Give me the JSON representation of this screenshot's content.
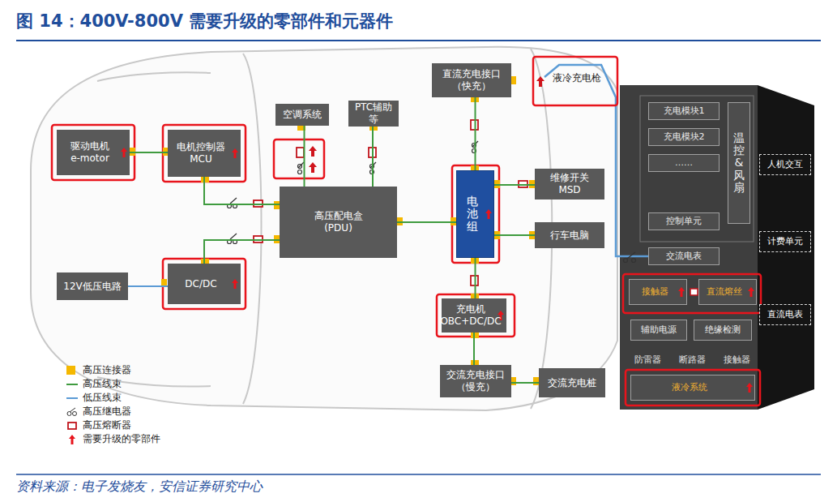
{
  "diagram": {
    "title": "图 14：400V-800V 需要升级的零部件和元器件",
    "caption": "资料来源：电子发烧友，安信证券研究中心",
    "nodes": [
      {
        "text": [
          "驱动电机",
          "e-motor"
        ]
      },
      {
        "text": [
          "电机控制器",
          "MCU"
        ]
      },
      {
        "text": [
          "空调系统"
        ]
      },
      {
        "text": [
          "PTC辅助 等"
        ]
      },
      {
        "text": [
          "直流充电接口 （快充）"
        ]
      },
      {
        "text": [
          "高压配电盒",
          "(PDU)"
        ]
      },
      {
        "text": [
          "电池组"
        ]
      },
      {
        "text": [
          "维修开关",
          "MSD"
        ]
      },
      {
        "text": [
          "行车电脑"
        ]
      },
      {
        "text": [
          "DC/DC"
        ]
      },
      {
        "text": [
          "12V低压电路"
        ]
      },
      {
        "text": [
          "充电机",
          "OBC+DC/DC"
        ]
      },
      {
        "text": [
          "交流充电接口 （慢充）"
        ]
      },
      {
        "text": [
          "交流充电桩"
        ]
      },
      {
        "text": [
          "充电模块1"
        ]
      },
      {
        "text": [
          "充电模块2"
        ]
      },
      {
        "text": [
          "……"
        ]
      },
      {
        "text": [
          "控制单元"
        ]
      },
      {
        "text": [
          "温控&风扇"
        ]
      },
      {
        "text": [
          "交流电表"
        ]
      },
      {
        "text": [
          "接触器"
        ]
      },
      {
        "text": [
          "直流熔丝"
        ]
      },
      {
        "text": [
          "辅助电源"
        ]
      },
      {
        "text": [
          "绝缘检测"
        ]
      },
      {
        "text": [
          "液冷系统"
        ]
      },
      {
        "text": [
          "人机交互"
        ]
      },
      {
        "text": [
          "计费单元"
        ]
      },
      {
        "text": [
          "直流电表"
        ]
      }
    ],
    "edges": [
      {
        "from": 0,
        "to": 1,
        "arrow": "none"
      },
      {
        "from": 1,
        "to": 5,
        "arrow": "none"
      },
      {
        "from": 2,
        "to": 5,
        "arrow": "none"
      },
      {
        "from": 3,
        "to": 5,
        "arrow": "none"
      },
      {
        "from": 9,
        "to": 5,
        "arrow": "none"
      },
      {
        "from": 9,
        "to": 10,
        "arrow": "none"
      },
      {
        "from": 4,
        "to": 6,
        "arrow": "none"
      },
      {
        "from": 5,
        "to": 6,
        "arrow": "none"
      },
      {
        "from": 6,
        "to": 7,
        "arrow": "none"
      },
      {
        "from": 6,
        "to": 8,
        "arrow": "none"
      },
      {
        "from": 6,
        "to": 11,
        "arrow": "none"
      },
      {
        "from": 11,
        "to": 12,
        "arrow": "none"
      },
      {
        "from": 12,
        "to": 13,
        "arrow": "none"
      }
    ],
    "labels": [
      "液冷充电枪",
      "防雷器",
      "断路器",
      "接触器"
    ],
    "legend": [
      {
        "text": "高压连接器",
        "color": "#f5b800"
      },
      {
        "text": "高压线束"
      },
      {
        "text": "低压线束"
      },
      {
        "text": "高压继电器"
      },
      {
        "text": "高压熔断器"
      },
      {
        "text": "需要升级的零部件"
      }
    ]
  }
}
